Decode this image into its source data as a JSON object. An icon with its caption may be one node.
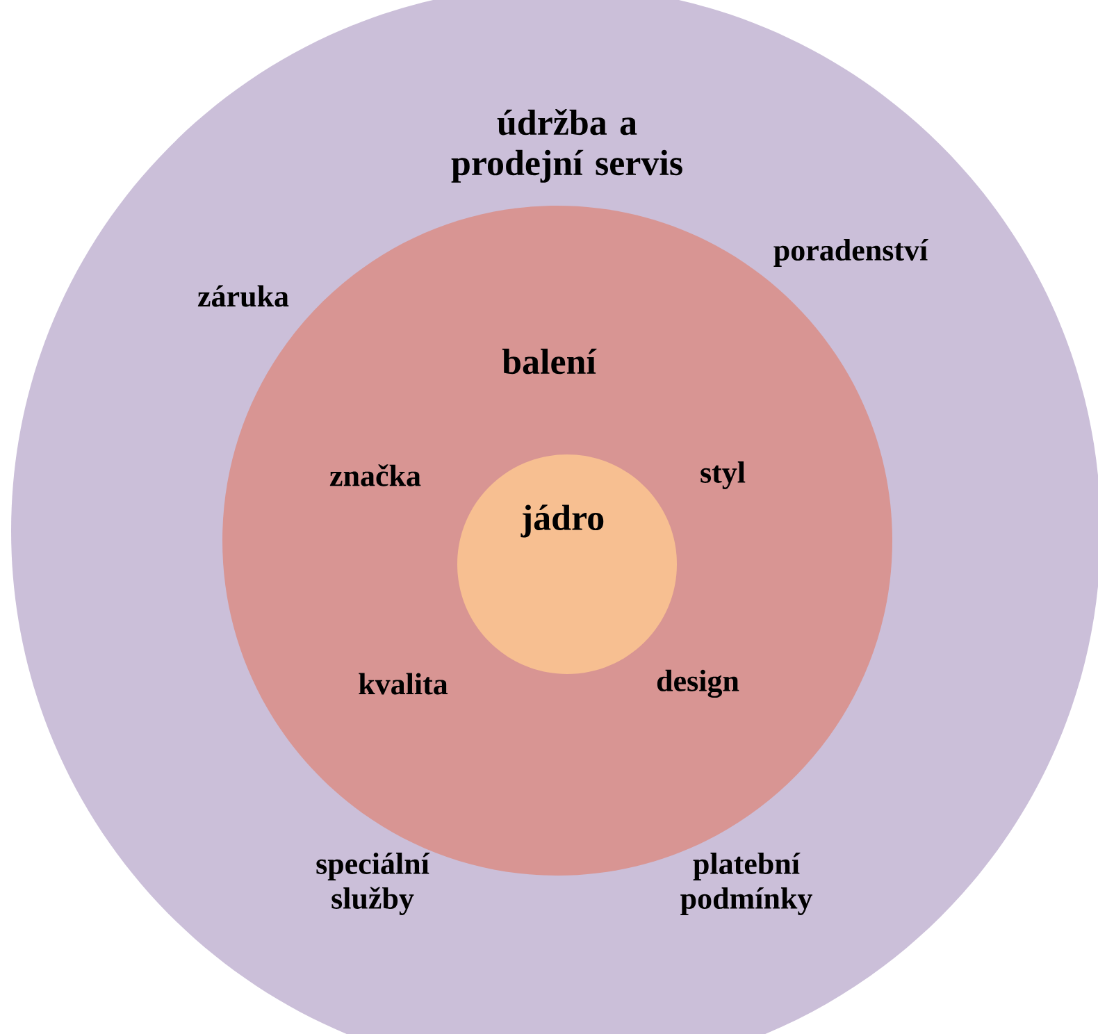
{
  "diagram": {
    "nodes": [
      {
        "text": [
          "údržba a prodejní servis",
          "poradenství",
          "záruka",
          "speciální služby",
          "platební podmínky"
        ]
      },
      {
        "text": [
          "balení",
          "značka",
          "styl",
          "kvalita",
          "design"
        ],
        "in": 0
      },
      {
        "text": [
          "jádro"
        ],
        "in": 1
      }
    ]
  }
}
